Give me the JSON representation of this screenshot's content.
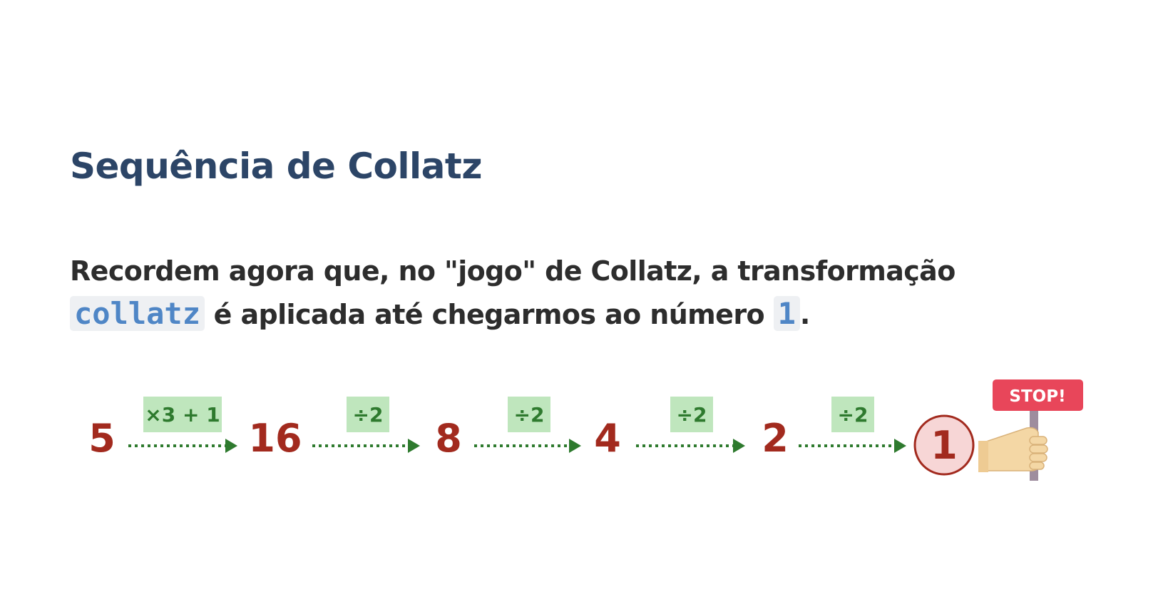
{
  "title": "Sequência de Collatz",
  "intro": {
    "line1": "Recordem agora que, no \"jogo\" de Collatz, a transformação",
    "code_fn": "collatz",
    "middle": " é aplicada até chegarmos ao número ",
    "code_num": "1",
    "end": "."
  },
  "sequence": [
    "5",
    "16",
    "8",
    "4",
    "2",
    "1"
  ],
  "operations": [
    "×3 + 1",
    "÷2",
    "÷2",
    "÷2",
    "÷2"
  ],
  "stop_sign": "STOP!",
  "colors": {
    "number": "#a22a1e",
    "arrow": "#2e7a2e",
    "op_box": "#bfe6bd",
    "final_circle_fill": "#f7d6d6",
    "stop_sign": "#e8465a"
  }
}
